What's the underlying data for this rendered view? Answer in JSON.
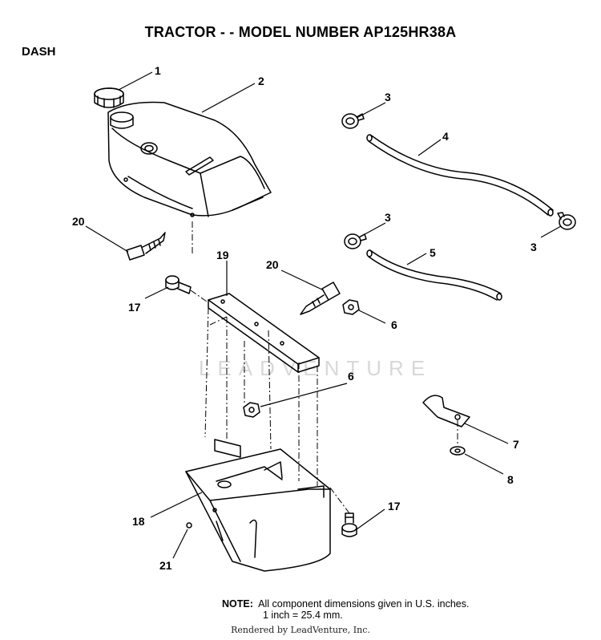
{
  "header": {
    "title": "TRACTOR - - MODEL NUMBER AP125HR38A",
    "section": "DASH"
  },
  "watermark": "LEADVENTURE",
  "callouts": {
    "c1": "1",
    "c2": "2",
    "c3a": "3",
    "c3b": "3",
    "c3c": "3",
    "c4": "4",
    "c5": "5",
    "c6a": "6",
    "c6b": "6",
    "c7": "7",
    "c8": "8",
    "c17a": "17",
    "c17b": "17",
    "c18": "18",
    "c19": "19",
    "c20a": "20",
    "c20b": "20",
    "c21": "21"
  },
  "note": {
    "label": "NOTE:",
    "line1": "All component dimensions given in U.S. inches.",
    "line2": "1 inch = 25.4 mm."
  },
  "footer": "Rendered by LeadVenture, Inc."
}
